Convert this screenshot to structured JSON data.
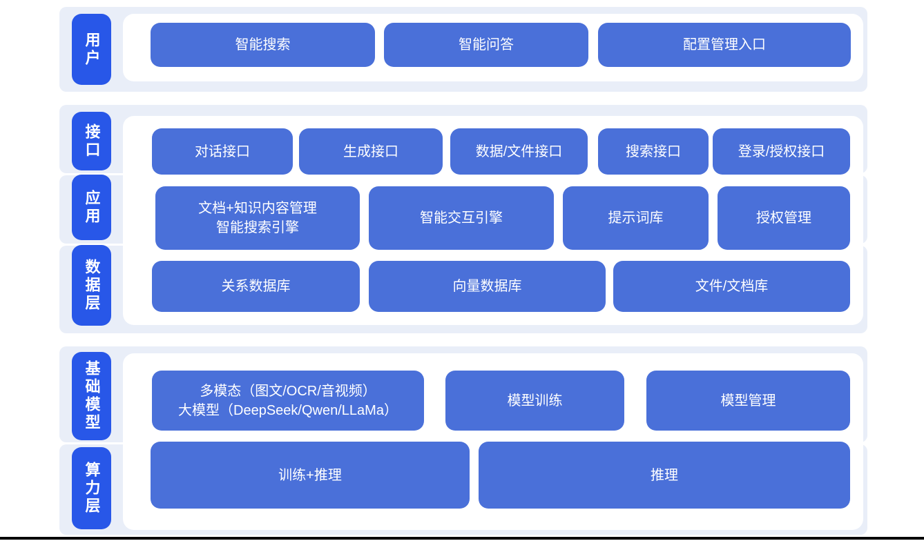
{
  "diagram_title": "AI platform layered architecture",
  "colors": {
    "band_background": "#e9eef8",
    "panel_background": "#ffffff",
    "layer_label_blue": "#2857e8",
    "block_blue": "#4a70d9",
    "text_white": "#ffffff",
    "bottom_rule_black": "#000000"
  },
  "sections": [
    {
      "name": "user-layer",
      "side_labels": [
        "用户"
      ],
      "rows": [
        [
          "智能搜索",
          "智能问答",
          "配置管理入口"
        ]
      ]
    },
    {
      "name": "interface-application-data-layer",
      "side_labels": [
        "接口",
        "应用",
        "数据层"
      ],
      "rows": [
        [
          "对话接口",
          "生成接口",
          "数据/文件接口",
          "搜索接口",
          "登录/授权接口"
        ],
        [
          "文档+知识内容管理\n智能搜索引擎",
          "智能交互引擎",
          "提示词库",
          "授权管理"
        ],
        [
          "关系数据库",
          "向量数据库",
          "文件/文档库"
        ]
      ]
    },
    {
      "name": "foundation-compute-layer",
      "side_labels": [
        "基础模型",
        "算力层"
      ],
      "rows": [
        [
          "多模态（图文/OCR/音视频）\n大模型（DeepSeek/Qwen/LLaMa）",
          "模型训练",
          "模型管理"
        ],
        [
          "训练+推理",
          "推理"
        ]
      ]
    }
  ]
}
